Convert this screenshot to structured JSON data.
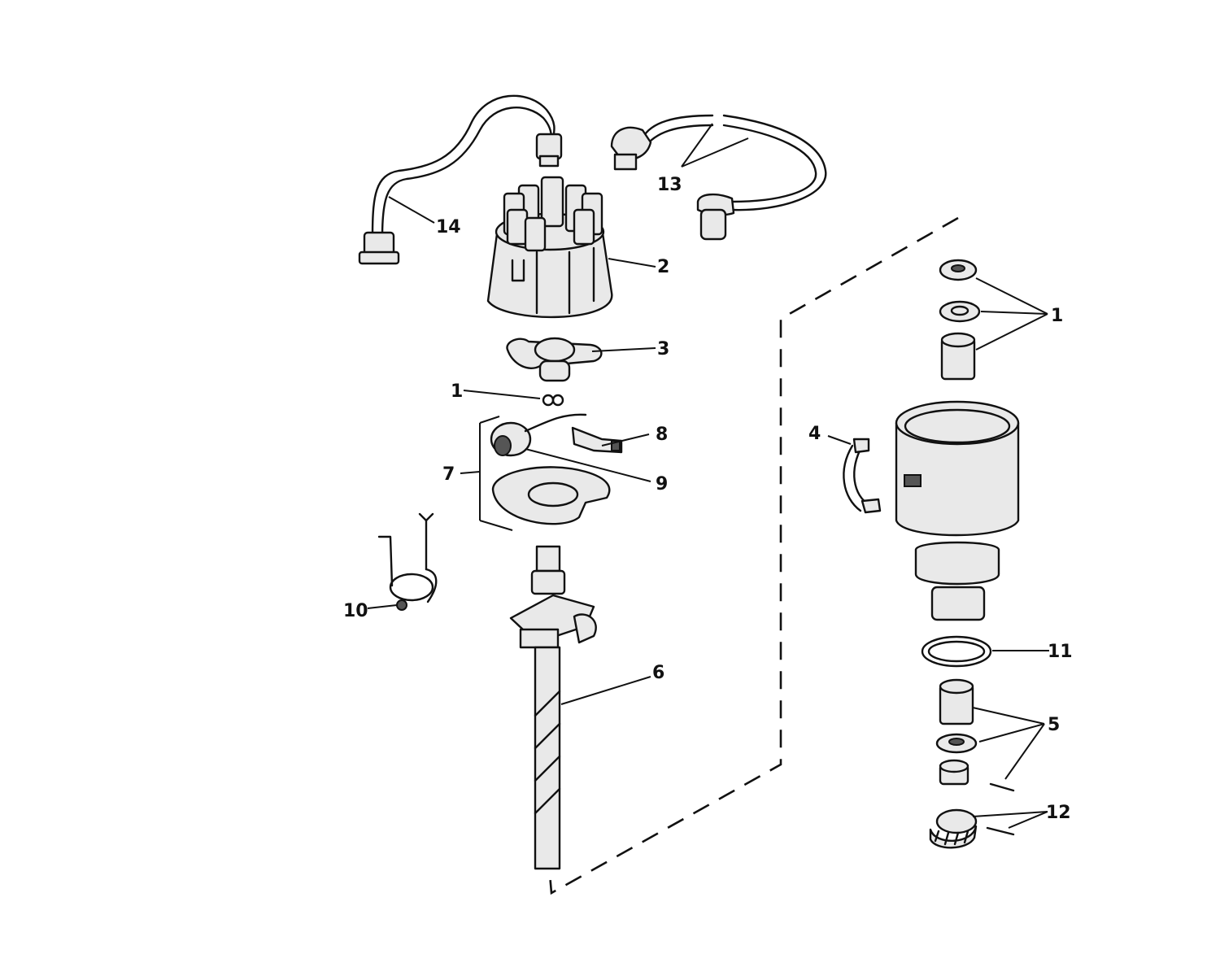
{
  "callouts": {
    "c1_top": "1",
    "c1_left": "1",
    "c2": "2",
    "c3": "3",
    "c4": "4",
    "c5": "5",
    "c6": "6",
    "c7": "7",
    "c8": "8",
    "c9": "9",
    "c10": "10",
    "c11": "11",
    "c12": "12",
    "c13": "13",
    "c14": "14"
  }
}
